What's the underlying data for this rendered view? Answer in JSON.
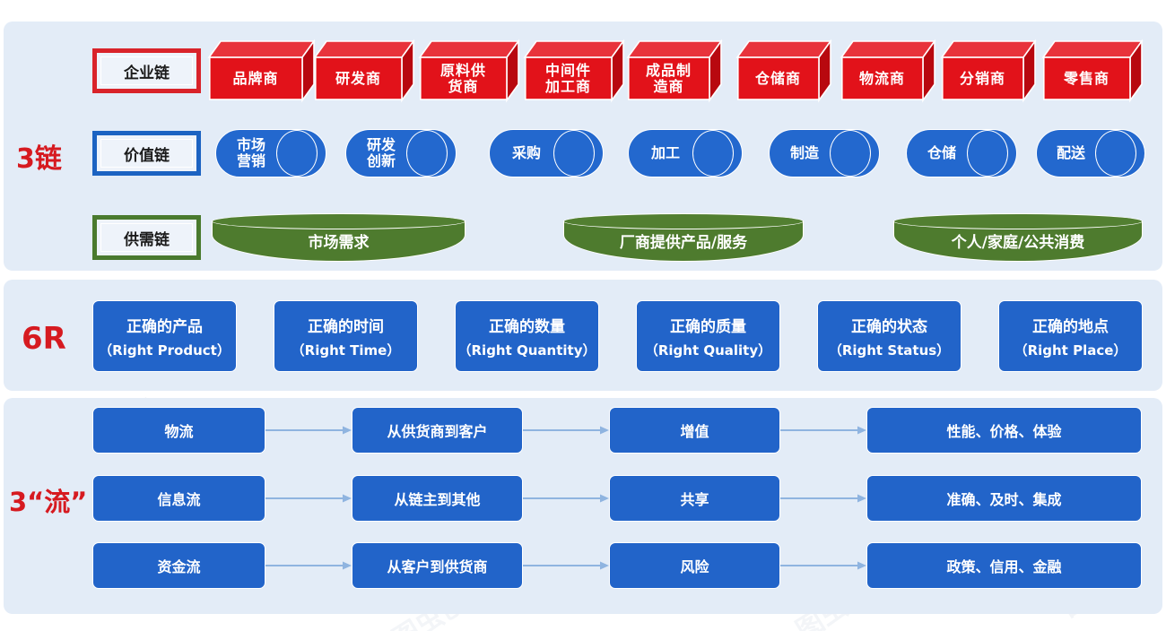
{
  "sections": {
    "chains": {
      "side_label": "3链",
      "rows": [
        {
          "name": "企业链",
          "accent": "#d9232a",
          "items": [
            "品牌商",
            "研发商",
            "原料供\n货商",
            "中间件\n加工商",
            "成品制\n造商",
            "仓储商",
            "物流商",
            "分销商",
            "零售商"
          ]
        },
        {
          "name": "价值链",
          "accent": "#1c63c2",
          "items": [
            "市场\n营销",
            "研发\n创新",
            "采购",
            "加工",
            "制造",
            "仓储",
            "配送"
          ]
        },
        {
          "name": "供需链",
          "accent": "#4a7a2e",
          "items": [
            "市场需求",
            "厂商提供产品/服务",
            "个人/家庭/公共消费"
          ]
        }
      ]
    },
    "sixr": {
      "side_label": "6R",
      "cards": [
        {
          "cn": "正确的产品",
          "en": "（Right Product）"
        },
        {
          "cn": "正确的时间",
          "en": "（Right Time）"
        },
        {
          "cn": "正确的数量",
          "en": "（Right Quantity）"
        },
        {
          "cn": "正确的质量",
          "en": "（Right Quality）"
        },
        {
          "cn": "正确的状态",
          "en": "（Right Status）"
        },
        {
          "cn": "正确的地点",
          "en": "（Right Place）"
        }
      ]
    },
    "flows": {
      "side_label": "3“流”",
      "rows": [
        {
          "name": "物流",
          "direction": "从供货商到客户",
          "effect": "增值",
          "attributes": "性能、价格、体验"
        },
        {
          "name": "信息流",
          "direction": "从链主到其他",
          "effect": "共享",
          "attributes": "准确、及时、集成"
        },
        {
          "name": "资金流",
          "direction": "从客户到供货商",
          "effect": "风险",
          "attributes": "政策、信用、金融"
        }
      ]
    }
  },
  "colors": {
    "panel_bg": "#e3ecf7",
    "red": "#e2121a",
    "blue": "#2264c9",
    "green": "#4e7b2e",
    "label_red": "#d61a20",
    "arrow": "#8fb4e0"
  },
  "watermarks": [
    "图",
    "图虫创意",
    "图虫",
    "创意"
  ]
}
